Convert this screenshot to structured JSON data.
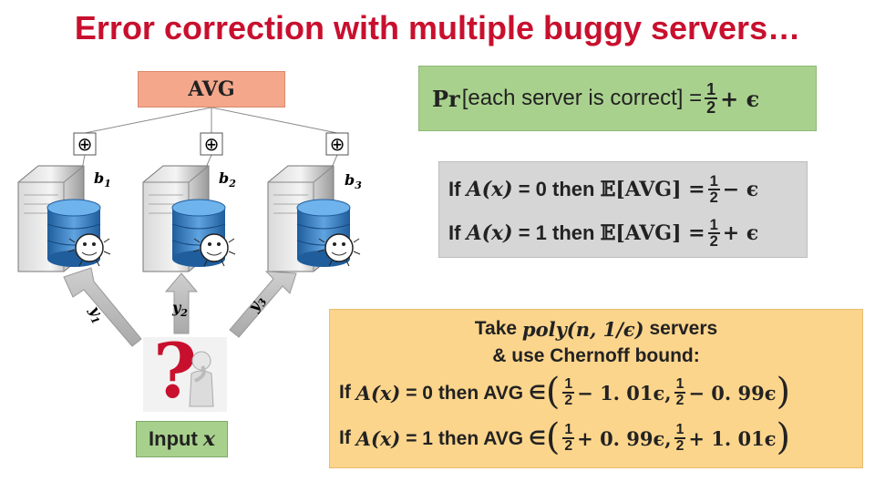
{
  "slide": {
    "title": "Error correction with multiple buggy servers…"
  },
  "diagram": {
    "avg_label": "AVG",
    "xor_symbol": "⊕",
    "b_labels": [
      {
        "base": "b",
        "sub": "1"
      },
      {
        "base": "b",
        "sub": "2"
      },
      {
        "base": "b",
        "sub": "3"
      }
    ],
    "y_labels": [
      {
        "base": "y",
        "sub": "1"
      },
      {
        "base": "y",
        "sub": "2"
      },
      {
        "base": "y",
        "sub": "3"
      }
    ],
    "question_mark": "?",
    "input_label": "Input",
    "input_var": "x"
  },
  "green_box": {
    "pr": "Pr",
    "text": "[each server is correct] =",
    "frac_num": "1",
    "frac_den": "2",
    "tail": "+ ϵ"
  },
  "gray_box": {
    "lines": [
      {
        "if": "If",
        "ax": "A(x)",
        "eq": "= 0 then",
        "exp": "𝔼[AVG] =",
        "num": "1",
        "den": "2",
        "tail": "− ϵ"
      },
      {
        "if": "If",
        "ax": "A(x)",
        "eq": "= 1 then",
        "exp": "𝔼[AVG] =",
        "num": "1",
        "den": "2",
        "tail": "+ ϵ"
      }
    ]
  },
  "orange_box": {
    "take": "Take",
    "poly": "poly(n, 1/ϵ)",
    "servers": "servers",
    "chernoff": "& use Chernoff bound:",
    "cases": [
      {
        "if": "If",
        "ax": "A(x)",
        "cond": "= 0 then AVG ∈",
        "n1": "1",
        "d1": "2",
        "t1": "− 1. 01ϵ,",
        "n2": "1",
        "d2": "2",
        "t2": "− 0. 99ϵ"
      },
      {
        "if": "If",
        "ax": "A(x)",
        "cond": "= 1 then AVG ∈",
        "n1": "1",
        "d1": "2",
        "t1": "+ 0. 99ϵ,",
        "n2": "1",
        "d2": "2",
        "t2": "+ 1. 01ϵ"
      }
    ]
  },
  "colors": {
    "title": "#c8102e",
    "avg_box": "#f4a78b",
    "input_box": "#a8d08d",
    "green_box": "#a9d18e",
    "gray_box": "#d6d6d6",
    "orange_box": "#fcd58c"
  }
}
